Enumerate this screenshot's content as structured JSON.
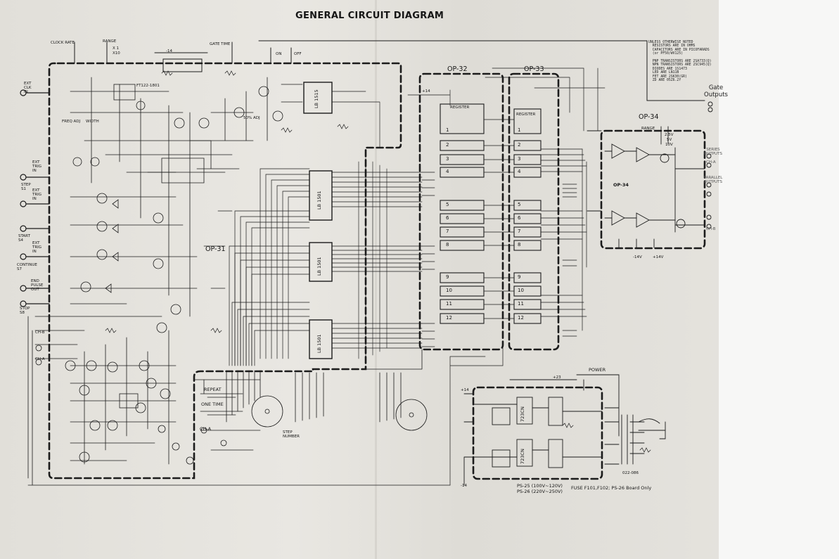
{
  "title": "GENERAL CIRCUIT DIAGRAM",
  "boards": {
    "op31": "OP-31",
    "op32": "OP-32",
    "op33": "OP-33",
    "op34": "OP-34",
    "op34_inner": "OP-34"
  },
  "ics": [
    "LB 1515",
    "LB 1501",
    "LB 1501",
    "LB 1501"
  ],
  "ic_ref": "FT122-1801",
  "registers": [
    "1",
    "2",
    "3",
    "4",
    "5",
    "6",
    "7",
    "8",
    "9",
    "10",
    "11",
    "12"
  ],
  "register_label": "REGISTER",
  "left_labels": {
    "clock_rate": "CLOCK RATE",
    "range": "RANGE",
    "x1": "X 1",
    "x10": "X10",
    "gate_time": "GATE TIME",
    "ext_clk_in": "EXT CLK IN",
    "fine_adj": "FREQ ADJ",
    "width": "WIDTH",
    "ext_trig_in_step": "EXT TRIG IN",
    "step": "STEP S1",
    "ext_trig_in_start": "EXT TRIG IN",
    "start": "START S4",
    "ext_trig_in_continue": "EXT TRIG IN",
    "continue": "CONTINUE S7",
    "end_pulse_out": "END PULSE OUT",
    "stop": "STOP S8",
    "ch_b": "CH-B",
    "ch_a": "CH-A",
    "on": "ON",
    "off": "OFF",
    "fifty_adj": "50% ADJ"
  },
  "bottom_labels": {
    "repeat": "REPEAT",
    "one_time": "ONE TIME",
    "step_number": "STEP NUMBER",
    "ch_a": "CH-A",
    "power": "POWER",
    "ic_723a": "723CN",
    "ic_723b": "723CN",
    "part_no": "022-086",
    "ps25": "PS-25 (100V~120V)",
    "ps26": "PS-26 (220V~250V)",
    "fuse_note": "FUSE F101,F102; PS-26 Board Only",
    "plus23": "+23",
    "plus14": "+14",
    "minus14": "-14",
    "plus14b": "+14",
    "minus14b": "-14"
  },
  "op34_labels": {
    "range": "RANGE",
    "r25": "2.5V",
    "r5": "5V",
    "r10": "10V",
    "minus14": "-14V",
    "plus14": "+14V"
  },
  "side_labels": {
    "gate_outputs": "Gate Outputs",
    "series_outputs": "SERIES OUTPUTS",
    "parallel_outputs": "PARALLEL OUTPUTS",
    "ch_a": "CH-A",
    "ch_b": "CH-B"
  },
  "notes": "UNLESS OTHERWISE NOTED\n  RESISTORS ARE IN OHMS\n  CAPACITORS ARE IN PICOFARADS\n  (or PF50/WV125)\n\n  PNP TRANSISTORS ARE 2SA733(Q)\n  NPN TRANSISTORS ARE 2SC945(Q)\n  DIODES ARE 1S1473\n  LED ARE LN11B\n  FET ARE 2SK30(GR)\n  ZD ARE 05Z6.2Y",
  "colors": {
    "ink": "#1b1b1b",
    "paper": "#e6e4df",
    "edge": "#f7f7f6"
  }
}
